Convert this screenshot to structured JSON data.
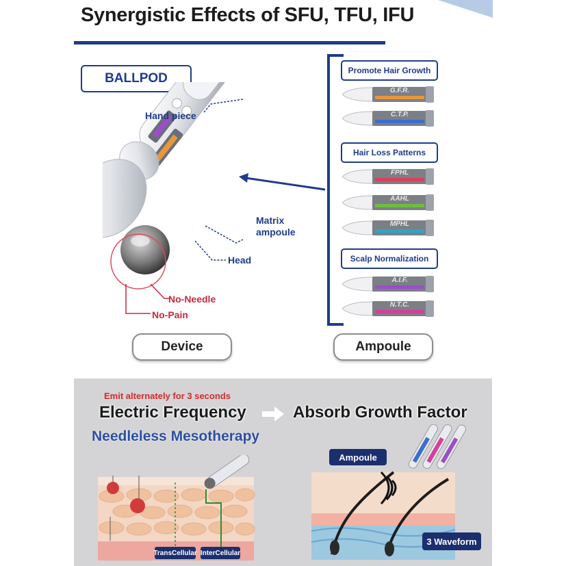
{
  "title": "Synergistic Effects of SFU, TFU, IFU",
  "device": {
    "name": "BALLPOD",
    "labels": {
      "hand_piece": "Hand piece",
      "matrix_ampoule": [
        "Matrix",
        "ampoule"
      ],
      "head": "Head",
      "no_needle": "No-Needle",
      "no_pain": "No-Pain"
    },
    "handle_ampoules": [
      "A.I.F.",
      "G.F.R."
    ],
    "caption": "Device"
  },
  "ampoule_panel": {
    "caption": "Ampoule",
    "categories": [
      {
        "name": "Promote Hair Growth",
        "ampoules": [
          {
            "label": "G.F.R.",
            "color": "#e8963a"
          },
          {
            "label": "C.T.P.",
            "color": "#3a6fd0"
          }
        ]
      },
      {
        "name": "Hair Loss Patterns",
        "ampoules": [
          {
            "label": "FPHL",
            "color": "#d8405a"
          },
          {
            "label": "AAHL",
            "color": "#6cbf3c"
          },
          {
            "label": "MPHL",
            "color": "#2aa6c8"
          }
        ]
      },
      {
        "name": "Scalp Normalization",
        "ampoules": [
          {
            "label": "A.I.F.",
            "color": "#9a4ec8"
          },
          {
            "label": "N.T.C.",
            "color": "#d63f9a"
          }
        ]
      }
    ]
  },
  "mechanism": {
    "emit_note": "Emit alternately for 3 seconds",
    "left_phrase": "Electric Frequency",
    "right_phrase": "Absorb Growth Factor",
    "subtitle": "Needleless Mesotherapy",
    "skin_tags": {
      "trans": "TransCellular",
      "inter": "InterCellular"
    },
    "ampoule_tag": "Ampoule",
    "waveform_tag": "3 Waveform"
  },
  "colors": {
    "navy": "#1f3b8a",
    "red": "#c8283c",
    "grey_panel": "#d4d4d6"
  }
}
